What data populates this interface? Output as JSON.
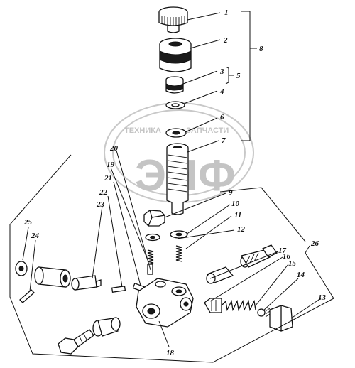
{
  "watermark": {
    "top_text": "ТЕХНИКА",
    "top_text_right": "ЗАПЧАСТИ",
    "logo_text": "ЭНФ"
  },
  "callouts": {
    "c1": "1",
    "c2": "2",
    "c3": "3",
    "c4": "4",
    "c5": "5",
    "c6": "6",
    "c7": "7",
    "c8": "8",
    "c9": "9",
    "c10": "10",
    "c11": "11",
    "c12": "12",
    "c13": "13",
    "c14": "14",
    "c15": "15",
    "c16": "16",
    "c17": "17",
    "c18": "18",
    "c19": "19",
    "c20": "20",
    "c21": "21",
    "c22": "22",
    "c23": "23",
    "c24": "24",
    "c25": "25",
    "c26": "26"
  }
}
